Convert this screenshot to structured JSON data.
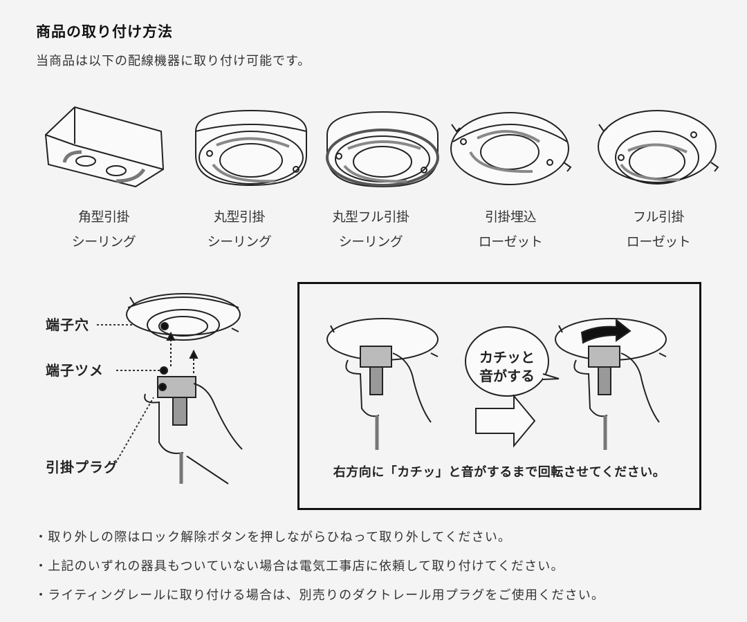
{
  "header": {
    "title": "商品の取り付け方法",
    "subtitle": "当商品は以下の配線機器に取り付け可能です。"
  },
  "fixtures": [
    {
      "icon": "square-ceiling-hook-icon",
      "line1": "角型引掛",
      "line2": "シーリング"
    },
    {
      "icon": "round-ceiling-hook-icon",
      "line1": "丸型引掛",
      "line2": "シーリング"
    },
    {
      "icon": "round-full-ceiling-hook-icon",
      "line1": "丸型フル引掛",
      "line2": "シーリング"
    },
    {
      "icon": "embedded-rosette-icon",
      "line1": "引掛埋込",
      "line2": "ローゼット"
    },
    {
      "icon": "full-rosette-icon",
      "line1": "フル引掛",
      "line2": "ローゼット"
    }
  ],
  "diagram": {
    "callouts": {
      "terminal_hole": "端子穴",
      "terminal_claw": "端子ツメ",
      "hook_plug": "引掛プラグ"
    },
    "step_box": {
      "speech_line1": "カチッと",
      "speech_line2": "音がする",
      "caption": "右方向に「カチッ」と音がするまで回転させてください。"
    }
  },
  "notes": [
    "・取り外しの際はロック解除ボタンを押しながらひねって取り外してください。",
    "・上記のいずれの器具もついていない場合は電気工事店に依頼して取り付けてください。",
    "・ライティングレールに取り付ける場合は、別売りのダクトレール用プラグをご使用ください。"
  ],
  "colors": {
    "background": "#f4f4f4",
    "text": "#1a1a1a",
    "line": "#222222",
    "slot_fill": "#8a8a8a"
  }
}
